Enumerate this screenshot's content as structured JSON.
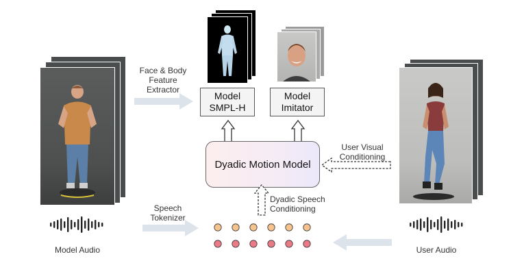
{
  "labels": {
    "face_body_extractor": [
      "Face & Body",
      "Feature",
      "Extractor"
    ],
    "speech_tokenizer": [
      "Speech",
      "Tokenizer"
    ],
    "user_visual_conditioning": [
      "User Visual",
      "Conditioning"
    ],
    "dyadic_speech_conditioning": [
      "Dyadic Speech",
      "Conditioning"
    ],
    "model_audio": "Model Audio",
    "user_audio": "User Audio"
  },
  "boxes": {
    "model_smplh": [
      "Model",
      "SMPL-H"
    ],
    "model_imitator": [
      "Model",
      "Imitator"
    ],
    "dyadic_motion_model": "Dyadic Motion Model"
  },
  "tokens": {
    "top_row_count": 6,
    "bottom_row_count": 6,
    "top_color": "#f6c28e",
    "bottom_color": "#ea7b86"
  },
  "colors": {
    "arrow_light": "#dde3ea",
    "frame_dark": "#474a4a",
    "smpl_bg": "#000000"
  }
}
